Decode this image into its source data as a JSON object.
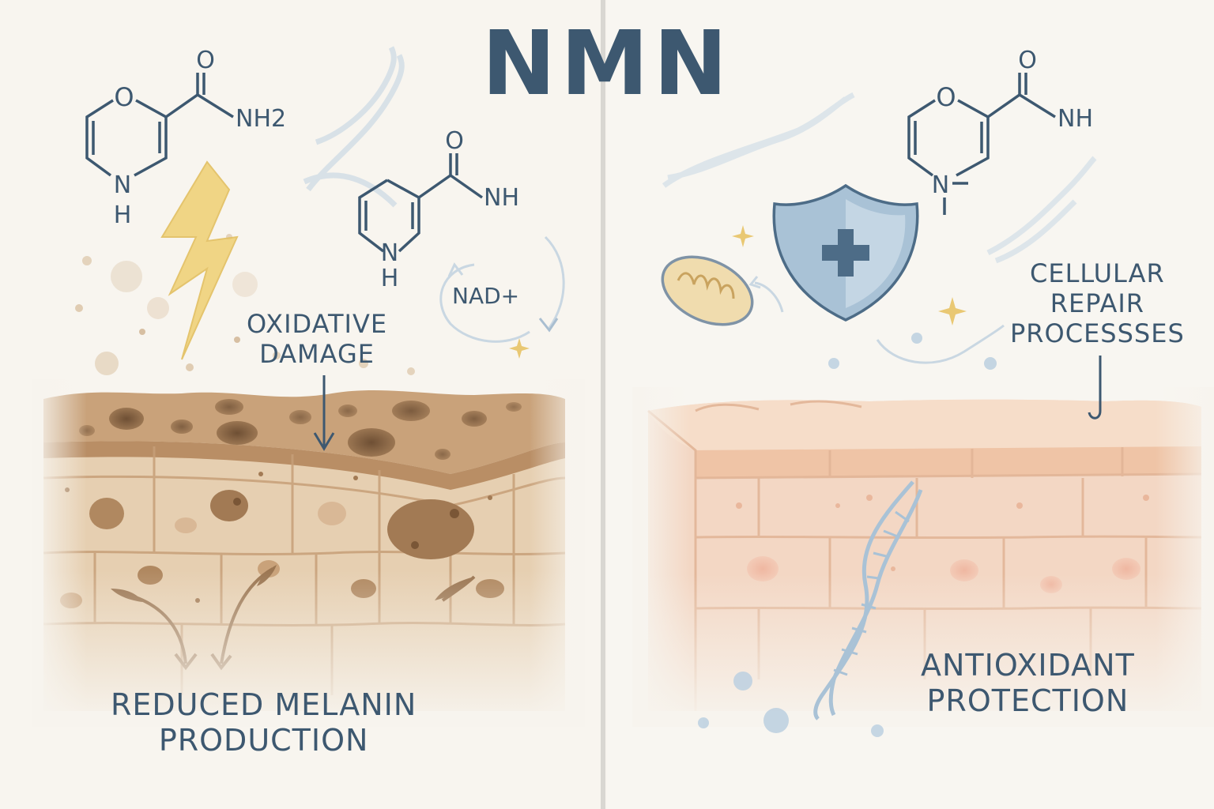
{
  "title": "NMN",
  "left_panel": {
    "molecule_1": {
      "oxygen": "O",
      "amide": "NH2",
      "nitrogen": "N",
      "hydrogen": "H"
    },
    "molecule_2": {
      "oxygen": "O",
      "amide": "NH",
      "nitrogen": "N",
      "hydrogen": "H"
    },
    "nad_label": "NAD+",
    "oxidative_damage": [
      "OXIDATIVE",
      "DAMAGE"
    ],
    "reduced_melanin": [
      "REDUCED MELANIN",
      "PRODUCTION"
    ]
  },
  "right_panel": {
    "molecule_3": {
      "oxygen": "O",
      "amide": "NH",
      "nitrogen": "N"
    },
    "cellular_repair": [
      "CELLULAR",
      "REPAIR",
      "PROCESSSES"
    ],
    "antioxidant": [
      "ANTIOXIDANT",
      "PROTECTION"
    ]
  },
  "colors": {
    "text": "#3d5870",
    "damaged_skin": "#d2b08a",
    "healthy_skin": "#f1cdb2",
    "shield": "#a9c2d6",
    "lightning": "#f0d27a"
  }
}
